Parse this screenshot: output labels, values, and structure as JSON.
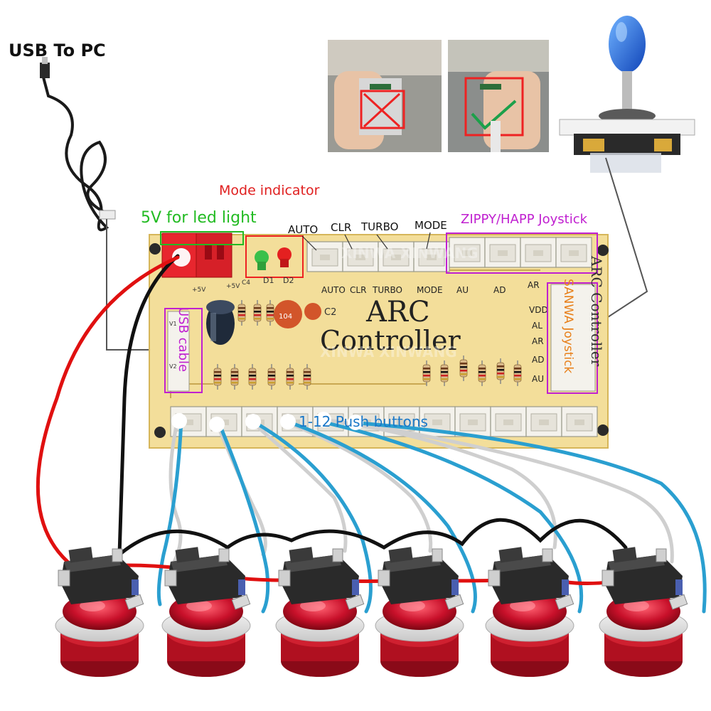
{
  "labels": {
    "usb_to_pc": "USB To PC",
    "mode_indicator": "Mode indicator",
    "led_power": "5V for  led light",
    "usb_cable": "USB cable",
    "joystick_zippy": "ZIPPY/HAPP Joystick",
    "joystick_sanwa": "SANWA Joystick",
    "push_buttons": "1-12 Push buttons"
  },
  "board": {
    "title_line1": "ARC",
    "title_line2": "Controller",
    "side_text": "ARC Controller",
    "watermark": "XINWA XINWANG",
    "top_headers": [
      "AUTO",
      "CLR",
      "TURBO",
      "MODE"
    ],
    "top_silk": [
      "AUTO",
      "CLR",
      "TURBO",
      "MODE",
      "AU",
      "AD",
      "AR"
    ],
    "right_silk": [
      "VDD",
      "AL",
      "AR",
      "AD",
      "AU"
    ],
    "leds": [
      "D1",
      "D2"
    ],
    "small_silk": {
      "plus5v_a": "+5V",
      "plus5v_b": "+5V",
      "c4": "C4",
      "c2": "C2",
      "cap": "104",
      "v1": "V1",
      "v2": "V2"
    }
  },
  "colors": {
    "board": "#f3de9a",
    "red_wire": "#e01010",
    "blue_wire": "#2a9fd0",
    "gray_wire": "#c8c8c8",
    "label_red": "#e02020",
    "label_green": "#22bb22",
    "label_purple": "#c020d0",
    "label_blue": "#1a78c8",
    "button_red": "#d3182a"
  }
}
